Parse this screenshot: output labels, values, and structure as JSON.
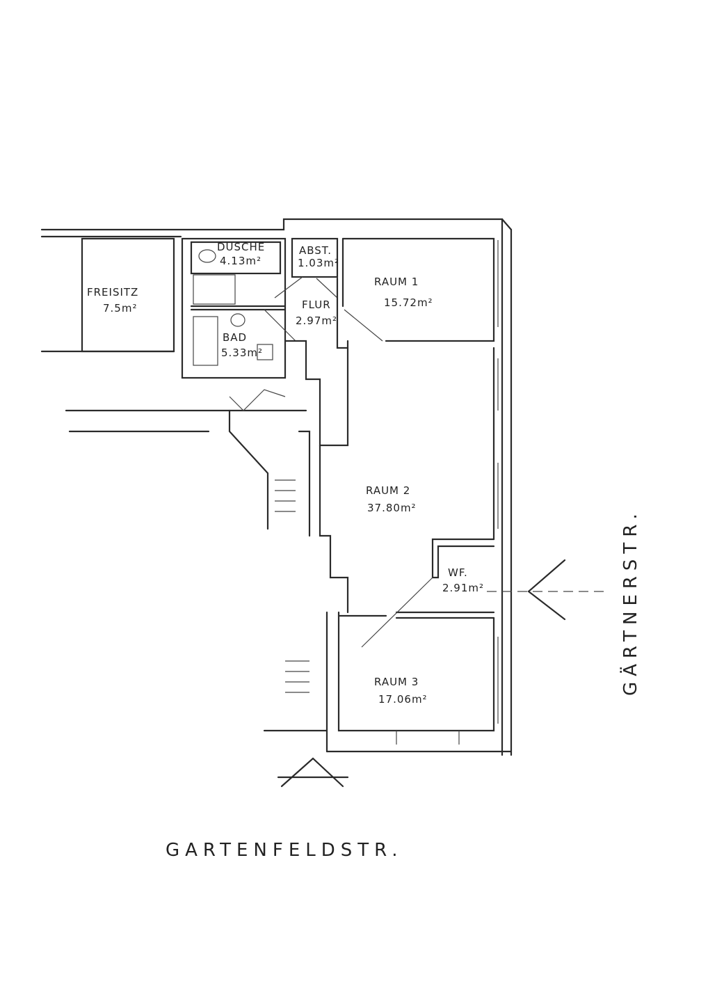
{
  "rooms": [
    {
      "name": "FREISITZ",
      "area": "7.5m²"
    },
    {
      "name": "DUSCHE",
      "area": "4.13m²"
    },
    {
      "name": "ABST.",
      "area": "1.03m²"
    },
    {
      "name": "FLUR",
      "area": "2.97m²"
    },
    {
      "name": "BAD",
      "area": "5.33m²"
    },
    {
      "name": "RAUM 1",
      "area": "15.72m²"
    },
    {
      "name": "RAUM 2",
      "area": "37.80m²"
    },
    {
      "name": "WF.",
      "area": "2.91m²"
    },
    {
      "name": "RAUM 3",
      "area": "17.06m²"
    }
  ],
  "streets": {
    "bottom": "GARTENFELDSTR.",
    "right": "GÄRTNERSTR."
  }
}
